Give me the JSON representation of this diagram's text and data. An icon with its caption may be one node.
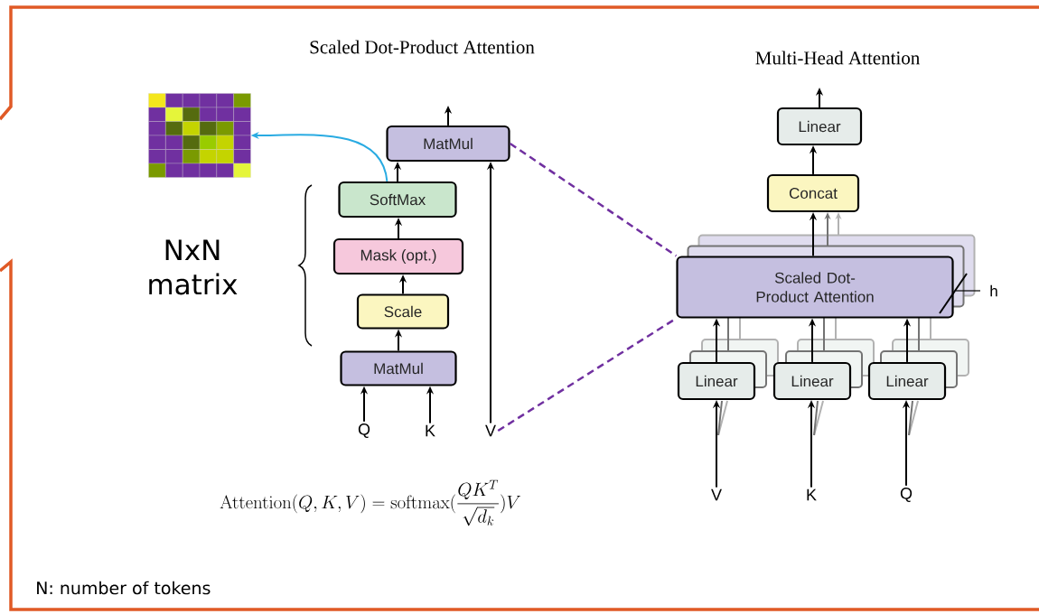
{
  "diagram": {
    "nodes": [
      {
        "text": [],
        "shape": "picture"
      },
      {
        "text": [
          "MatMul"
        ]
      },
      {
        "text": [
          "SoftMax"
        ]
      },
      {
        "text": [
          "Mask (opt.)"
        ]
      },
      {
        "text": [
          "Scale"
        ]
      },
      {
        "text": [
          "MatMul"
        ]
      },
      {
        "text": [
          "Q"
        ]
      },
      {
        "text": [
          "K"
        ]
      },
      {
        "text": [
          "V"
        ]
      },
      {
        "text": [
          "Linear"
        ]
      },
      {
        "text": [
          "Concat"
        ]
      },
      {
        "text": [
          "Scaled Dot-Product Attention"
        ]
      },
      {
        "text": [
          "Linear"
        ]
      },
      {
        "text": [
          "Linear"
        ]
      },
      {
        "text": [
          "Linear"
        ]
      },
      {
        "text": [
          "V"
        ]
      },
      {
        "text": [
          "K"
        ]
      },
      {
        "text": [
          "Q"
        ]
      }
    ],
    "edges": [
      {
        "from": 1,
        "to": null,
        "arrow": "to"
      },
      {
        "from": 2,
        "to": 1,
        "arrow": "to"
      },
      {
        "from": 3,
        "to": 2,
        "arrow": "to"
      },
      {
        "from": 4,
        "to": 3,
        "arrow": "to"
      },
      {
        "from": 5,
        "to": 4,
        "arrow": "to"
      },
      {
        "from": 6,
        "to": 5,
        "arrow": "to"
      },
      {
        "from": 7,
        "to": 5,
        "arrow": "to"
      },
      {
        "from": 8,
        "to": 1,
        "arrow": "to"
      },
      {
        "from": 2,
        "to": 0,
        "arrow": "to",
        "color": "#29abe2"
      },
      {
        "from": 1,
        "to": 11,
        "arrow": "none",
        "style": "dashed",
        "color": "#7030a0"
      },
      {
        "from": 8,
        "to": 11,
        "arrow": "none",
        "style": "dashed",
        "color": "#7030a0"
      },
      {
        "from": 9,
        "to": null,
        "arrow": "to"
      },
      {
        "from": 10,
        "to": 9,
        "arrow": "to"
      },
      {
        "from": 11,
        "to": 10,
        "arrow": "to"
      },
      {
        "from": 12,
        "to": 11,
        "arrow": "to"
      },
      {
        "from": 13,
        "to": 11,
        "arrow": "to"
      },
      {
        "from": 14,
        "to": 11,
        "arrow": "to"
      },
      {
        "from": 15,
        "to": 12,
        "arrow": "to"
      },
      {
        "from": 16,
        "to": 13,
        "arrow": "to"
      },
      {
        "from": 17,
        "to": 14,
        "arrow": "to"
      }
    ],
    "labels": [
      "Scaled Dot-Product Attention",
      "Multi-Head Attention",
      "NxN matrix",
      "h",
      "\\mathrm{Attention}(Q, K, V) = \\mathrm{softmax}(\\frac{QK^T}{\\sqrt{d_k}})V",
      "N: number of tokens"
    ]
  }
}
